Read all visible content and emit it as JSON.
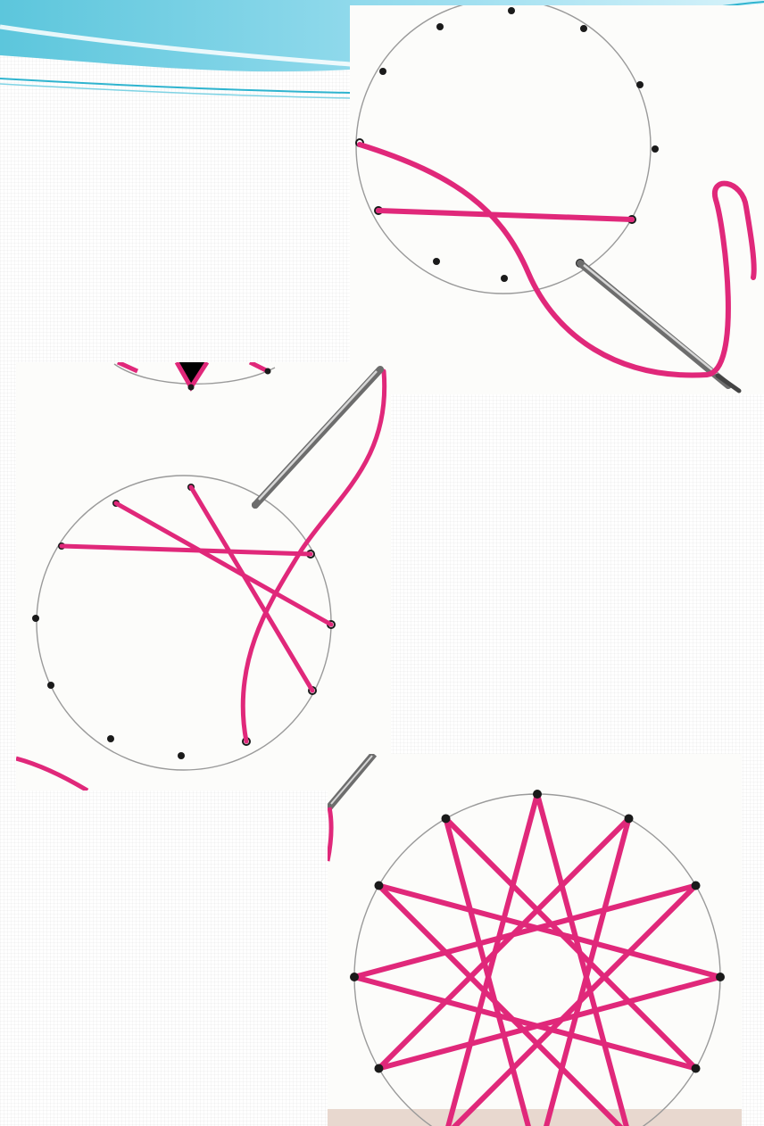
{
  "slide": {
    "theme_colors": {
      "swoosh_dark": "#4fc3d9",
      "swoosh_mid": "#8fd9e8",
      "swoosh_light": "#c8eef5",
      "thread": "#e0287a",
      "circle_line": "#9a9a9a",
      "hole": "#1a1a1a"
    },
    "photos": [
      {
        "step": 1,
        "holes": 12,
        "content": "circle-with-first-stitches"
      },
      {
        "step": 2,
        "holes": 12,
        "content": "circle-with-more-stitches"
      },
      {
        "step": 3,
        "holes": 12,
        "content": "completed-star-pattern"
      }
    ]
  }
}
